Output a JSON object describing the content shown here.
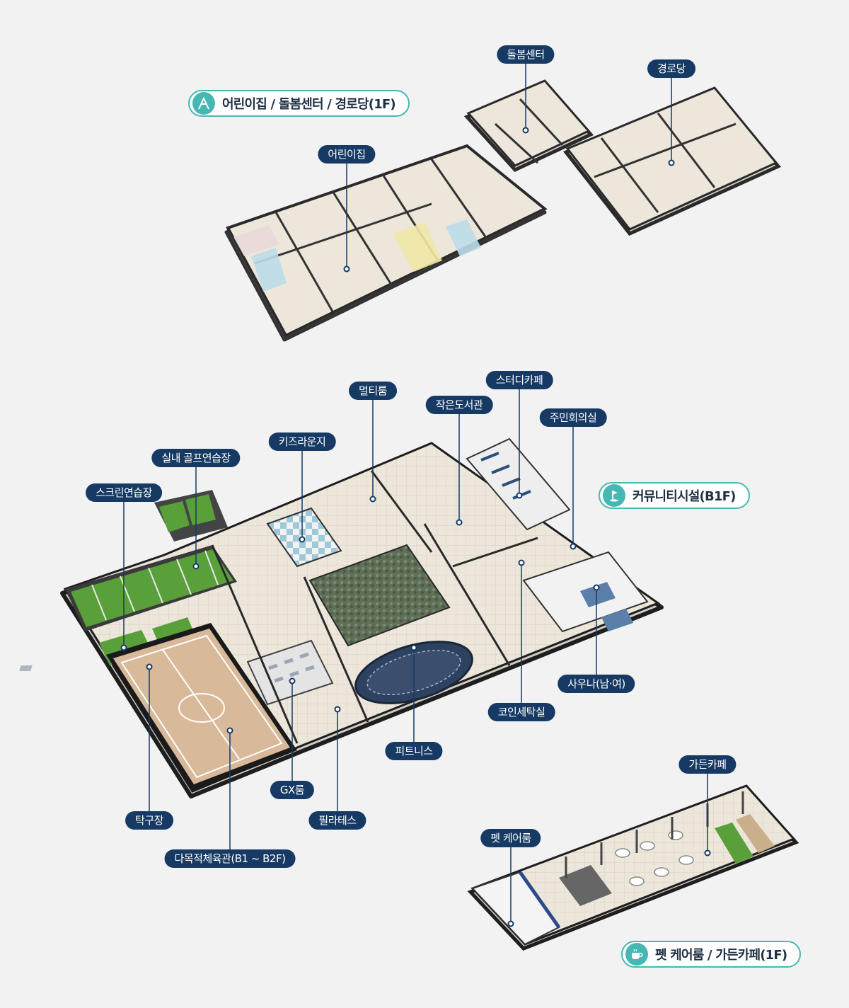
{
  "sections": {
    "top": {
      "title": "어린이집 / 돌봄센터 / 경로당(1F)",
      "icon": "playground-icon"
    },
    "community": {
      "title": "커뮤니티시설(B1F)",
      "icon": "golf-flag-icon"
    },
    "cafe": {
      "title": "펫 케어룸 / 가든카페(1F)",
      "icon": "coffee-cup-icon"
    }
  },
  "labels": {
    "care_center": "돌봄센터",
    "senior_hall": "경로당",
    "daycare": "어린이집",
    "multi_room": "멀티룸",
    "study_cafe": "스터디카페",
    "small_library": "작은도서관",
    "residents_meeting": "주민회의실",
    "kids_lounge": "키즈라운지",
    "indoor_golf": "실내 골프연습장",
    "screen_golf": "스크린연습장",
    "sauna": "사우나(남·여)",
    "coin_laundry": "코인세탁실",
    "fitness": "피트니스",
    "gx_room": "GX룸",
    "pilates": "필라테스",
    "table_tennis": "탁구장",
    "multi_gym": "다목적체육관(B1 ~ B2F)",
    "garden_cafe": "가든카페",
    "pet_care": "펫 케어룸"
  },
  "colors": {
    "label_bg": "#163a63",
    "badge_accent": "#46b8b3",
    "floor": "#e9e2d6",
    "wall": "#2a2a2a",
    "golf_green": "#5aa03a",
    "court": "#d8b99a",
    "track": "#2d4160",
    "garden": "#5f6f58"
  }
}
